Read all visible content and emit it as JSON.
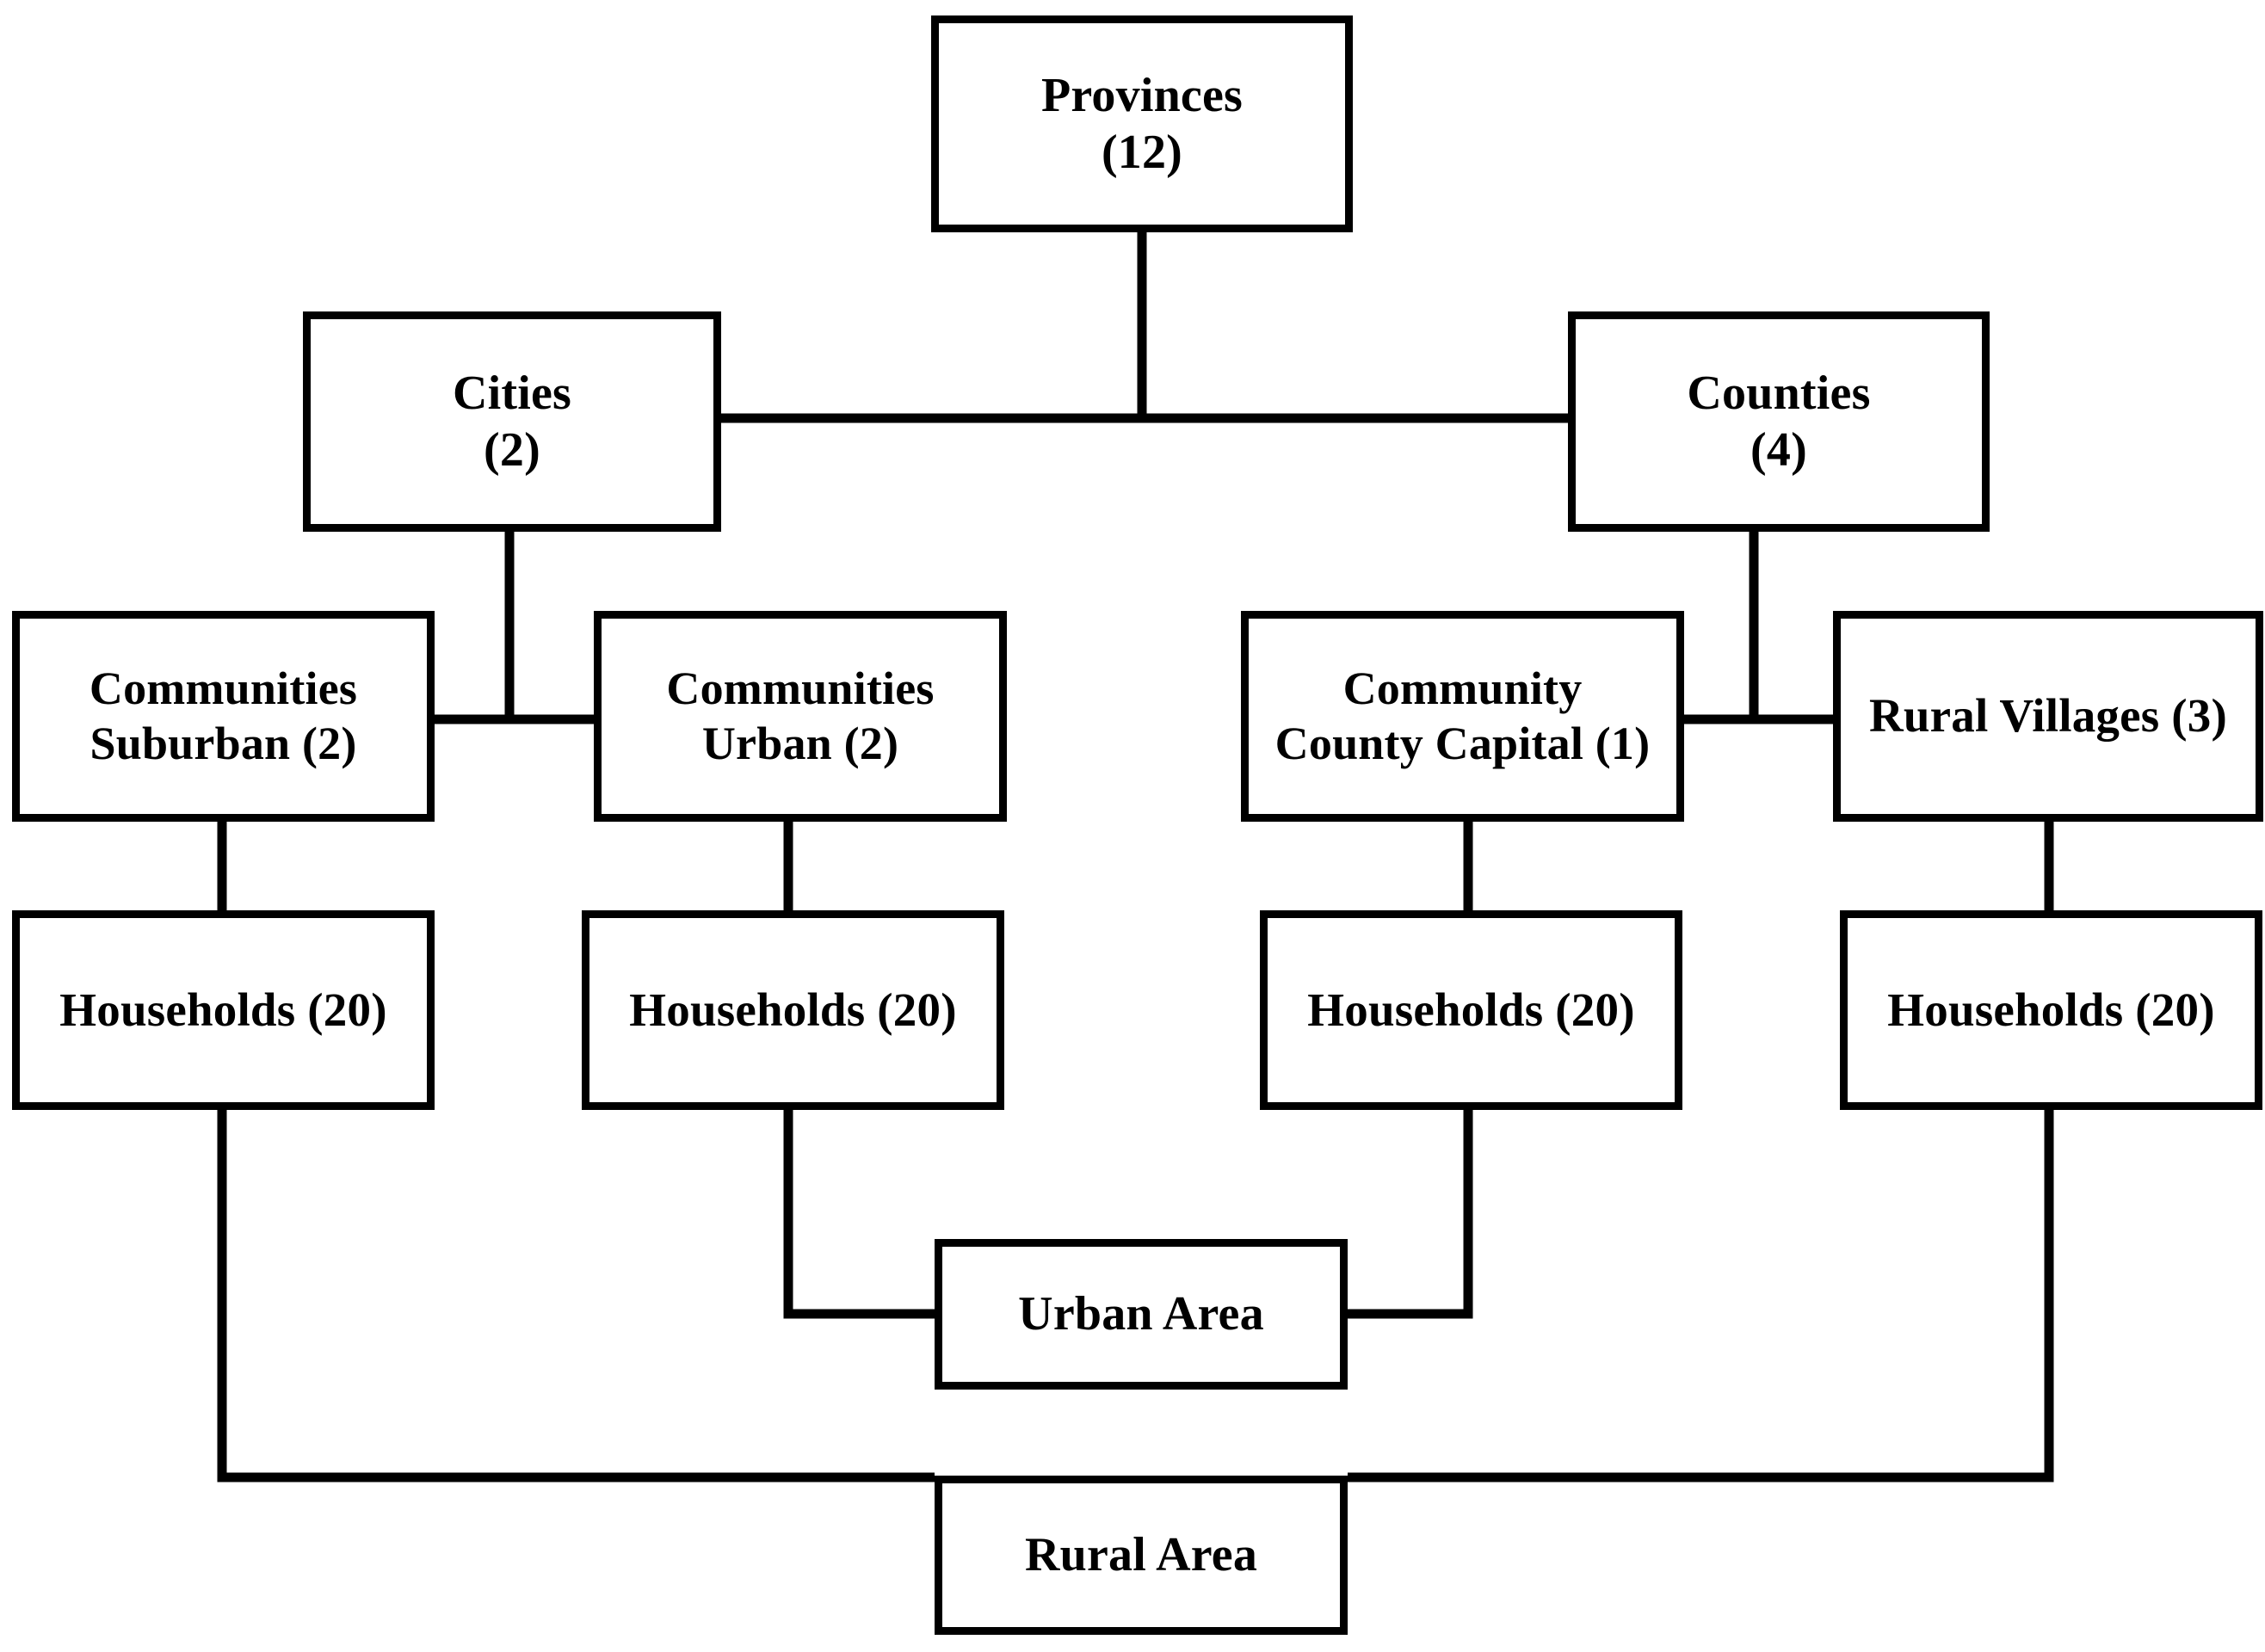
{
  "diagram": {
    "title": "Multistage sampling frame hierarchy",
    "type": "hierarchy-flowchart",
    "background_color": "#ffffff",
    "line_color": "#000000",
    "text_color": "#000000"
  },
  "nodes": {
    "provinces": {
      "label": "Provinces\n(12)",
      "name": "Provinces",
      "count": "12"
    },
    "cities": {
      "label": "Cities\n(2)",
      "name": "Cities",
      "count": "2"
    },
    "counties": {
      "label": "Counties\n(4)",
      "name": "Counties",
      "count": "4"
    },
    "communities_suburban": {
      "label": "Communities\nSuburban (2)",
      "name": "Communities Suburban",
      "count": "2"
    },
    "communities_urban": {
      "label": "Communities\nUrban (2)",
      "name": "Communities Urban",
      "count": "2"
    },
    "community_county_capital": {
      "label": "Community\nCounty Capital (1)",
      "name": "Community County Capital",
      "count": "1"
    },
    "rural_villages": {
      "label": "Rural Villages (3)",
      "name": "Rural Villages",
      "count": "3"
    },
    "households_1": {
      "label": "Households (20)",
      "name": "Households",
      "count": "20"
    },
    "households_2": {
      "label": "Households (20)",
      "name": "Households",
      "count": "20"
    },
    "households_3": {
      "label": "Households (20)",
      "name": "Households",
      "count": "20"
    },
    "households_4": {
      "label": "Households (20)",
      "name": "Households",
      "count": "20"
    },
    "urban_area": {
      "label": "Urban Area",
      "name": "Urban Area",
      "count": ""
    },
    "rural_area": {
      "label": "Rural Area",
      "name": "Rural Area",
      "count": ""
    }
  },
  "edges": [
    {
      "from": "provinces",
      "to": "cities"
    },
    {
      "from": "provinces",
      "to": "counties"
    },
    {
      "from": "cities",
      "to": "communities_suburban"
    },
    {
      "from": "cities",
      "to": "communities_urban"
    },
    {
      "from": "counties",
      "to": "community_county_capital"
    },
    {
      "from": "counties",
      "to": "rural_villages"
    },
    {
      "from": "communities_suburban",
      "to": "households_1"
    },
    {
      "from": "communities_urban",
      "to": "households_2"
    },
    {
      "from": "community_county_capital",
      "to": "households_3"
    },
    {
      "from": "rural_villages",
      "to": "households_4"
    },
    {
      "from": "households_2",
      "to": "urban_area"
    },
    {
      "from": "households_3",
      "to": "urban_area"
    },
    {
      "from": "households_1",
      "to": "rural_area"
    },
    {
      "from": "households_4",
      "to": "rural_area"
    }
  ]
}
